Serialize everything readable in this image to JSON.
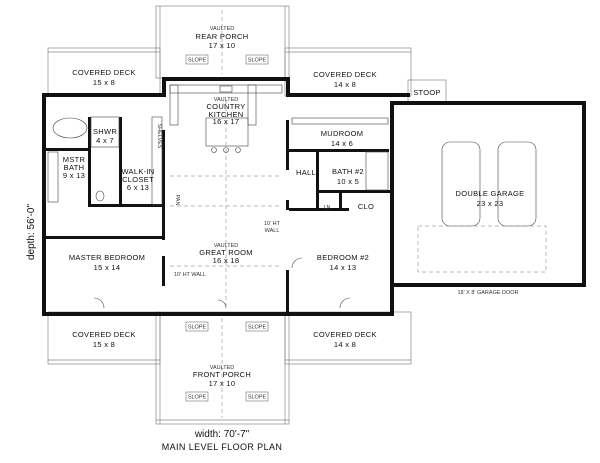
{
  "rooms": {
    "rear_porch": {
      "kind": "VAULTED",
      "name": "REAR PORCH",
      "size": "17 x 10"
    },
    "deck_tl": {
      "name": "COVERED DECK",
      "size": "15 x 8"
    },
    "deck_tr": {
      "name": "COVERED DECK",
      "size": "14 x 8"
    },
    "deck_bl": {
      "name": "COVERED DECK",
      "size": "15 x 8"
    },
    "deck_br": {
      "name": "COVERED DECK",
      "size": "14 x 8"
    },
    "kitchen": {
      "kind": "VAULTED",
      "name1": "COUNTRY",
      "name2": "KITCHEN",
      "size": "16 x 17"
    },
    "shwr": {
      "name": "SHWR",
      "size": "4 x 7"
    },
    "shelves": {
      "name": "SHELVES"
    },
    "mstr_bath": {
      "name1": "MSTR",
      "name2": "BATH",
      "size": "9 x 13"
    },
    "closet": {
      "name1": "WALK-IN",
      "name2": "CLOSET",
      "size": "6 x 13"
    },
    "pan": {
      "name": "PAN"
    },
    "mudroom": {
      "name": "MUDROOM",
      "size": "14 x 6"
    },
    "stoop": {
      "name": "STOOP"
    },
    "hall": {
      "name": "HALL"
    },
    "bath2": {
      "name": "BATH #2",
      "size": "10 x 5"
    },
    "ln": {
      "name": "LN"
    },
    "clo": {
      "name": "CLO"
    },
    "garage": {
      "name": "DOUBLE GARAGE",
      "size": "23 x 23"
    },
    "master_bedroom": {
      "name": "MASTER BEDROOM",
      "size": "15 x 14"
    },
    "great_room": {
      "kind": "VAULTED",
      "name": "GREAT ROOM",
      "size": "16 x 18"
    },
    "bedroom2": {
      "name": "BEDROOM #2",
      "size": "14 x 13"
    },
    "front_porch": {
      "kind": "VAULTED",
      "name": "FRONT PORCH",
      "size": "17 x 10"
    }
  },
  "notes": {
    "wall_10ft_a": "10' HT WALL",
    "wall_10ft_b_line1": "10' HT",
    "wall_10ft_b_line2": "WALL",
    "garage_door": "18' X 8' GARAGE DOOR",
    "slope": "SLOPE"
  },
  "dimensions": {
    "depth": "depth: 56'-0\"",
    "width": "width: 70'-7\""
  },
  "plan_title": "MAIN LEVEL FLOOR PLAN"
}
